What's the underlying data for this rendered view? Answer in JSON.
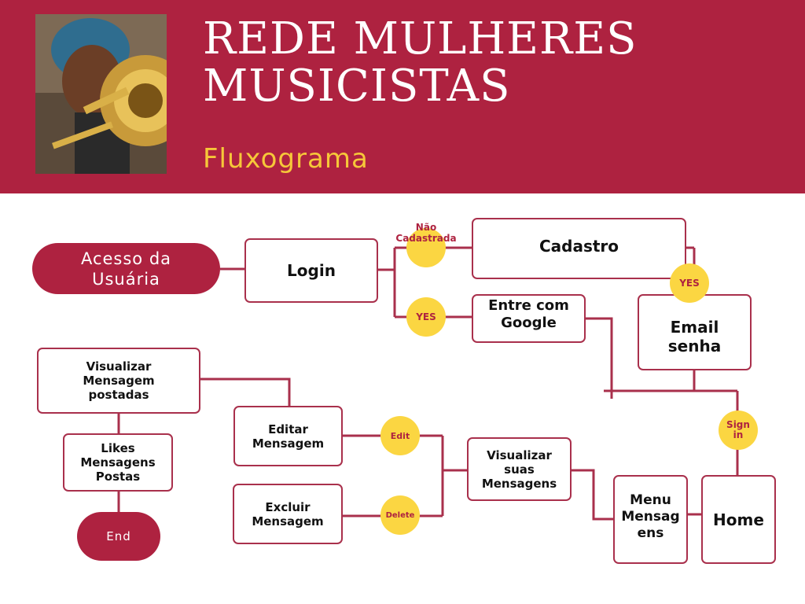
{
  "header": {
    "title": "REDE MULHERES\nMUSICISTAS",
    "subtitle": "Fluxograma",
    "photo": "woman-playing-trombone-photo"
  },
  "colors": {
    "brand": "#ae2240",
    "accent": "#f6c739",
    "badge": "#fbd642",
    "line": "#a9304c"
  },
  "nodes": {
    "acesso": "Acesso da\nUsuária",
    "login": "Login",
    "cadastro": "Cadastro",
    "google": "Entre com\nGoogle",
    "email": "Email\nsenha",
    "visualizar_postadas": "Visualizar\nMensagem\npostadas",
    "likes": "Likes\nMensagens\nPostas",
    "end": "End",
    "editar": "Editar\nMensagem",
    "excluir": "Excluir\nMensagem",
    "visualizar_suas": "Visualizar\nsuas\nMensagens",
    "menu": "Menu\nMensag\nens",
    "home": "Home"
  },
  "badges": {
    "nao_cadastrada": "Não\nCadastrada",
    "yes_google": "YES",
    "yes_email": "YES",
    "sign_in": "Sign\nin",
    "edit": "Edit",
    "delete": "Delete"
  }
}
